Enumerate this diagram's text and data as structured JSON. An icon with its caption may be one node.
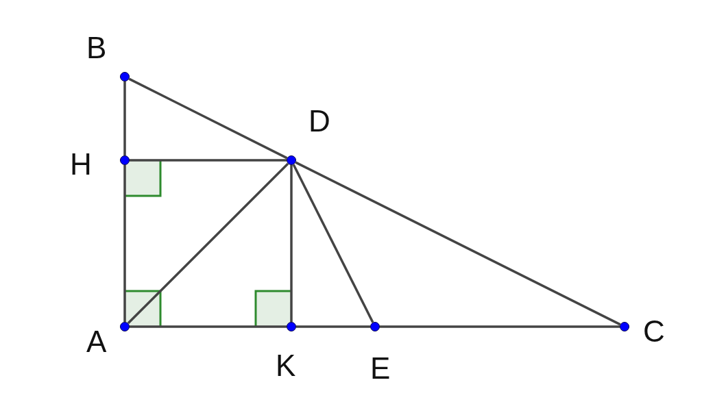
{
  "diagram": {
    "nodes": [
      {
        "text": [],
        "shape": "circle",
        "beside": [
          "B"
        ]
      },
      {
        "text": [],
        "shape": "circle",
        "beside": [
          "H"
        ]
      },
      {
        "text": [],
        "shape": "circle",
        "beside": [
          "D"
        ]
      },
      {
        "text": [],
        "shape": "circle",
        "beside": [
          "A"
        ]
      },
      {
        "text": [],
        "shape": "circle",
        "beside": [
          "K"
        ]
      },
      {
        "text": [],
        "shape": "circle",
        "beside": [
          "E"
        ]
      },
      {
        "text": [],
        "shape": "circle",
        "beside": [
          "C"
        ]
      }
    ],
    "edges": [
      {
        "from": 0,
        "to": 1,
        "arrow": "none"
      },
      {
        "from": 1,
        "to": 3,
        "arrow": "none"
      },
      {
        "from": 0,
        "to": 2,
        "arrow": "none"
      },
      {
        "from": 2,
        "to": 6,
        "arrow": "none"
      },
      {
        "from": 1,
        "to": 2,
        "arrow": "none"
      },
      {
        "from": 3,
        "to": 2,
        "arrow": "none"
      },
      {
        "from": 2,
        "to": 4,
        "arrow": "none"
      },
      {
        "from": 2,
        "to": 5,
        "arrow": "none"
      },
      {
        "from": 3,
        "to": 4,
        "arrow": "none"
      },
      {
        "from": 4,
        "to": 5,
        "arrow": "none"
      },
      {
        "from": 5,
        "to": 6,
        "arrow": "none"
      }
    ]
  }
}
